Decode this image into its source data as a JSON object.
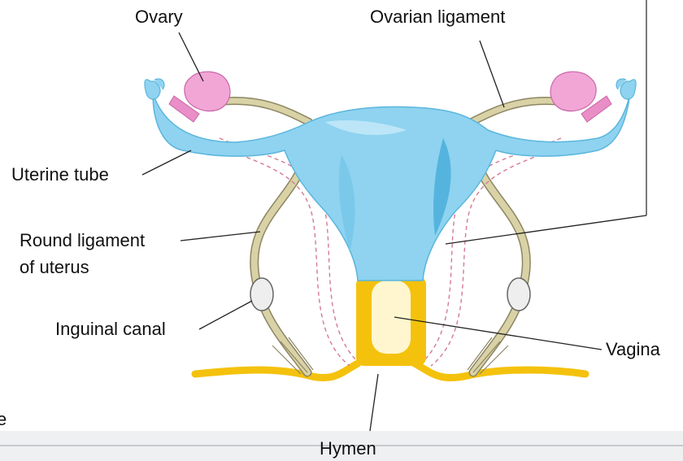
{
  "labels": {
    "ovary": "Ovary",
    "ovarian_ligament": "Ovarian ligament",
    "uterine_tube": "Uterine tube",
    "round_ligament_line1": "Round ligament",
    "round_ligament_line2": "of uterus",
    "inguinal_canal": "Inguinal canal",
    "vagina": "Vagina",
    "hymen": "Hymen",
    "edge_fragment": "e"
  },
  "colors": {
    "uterus": "#8fd3f0",
    "uterus_dark": "#4fb0dc",
    "ovary": "#f2a6d6",
    "ovary_edge": "#c966a8",
    "ligament": "#d9d2a6",
    "ligament_edge": "#8c8562",
    "vagina": "#f4c20d",
    "dashed_vessel": "#d47a94",
    "leader_line": "#222222",
    "bottom_band": "#eef0f2"
  }
}
